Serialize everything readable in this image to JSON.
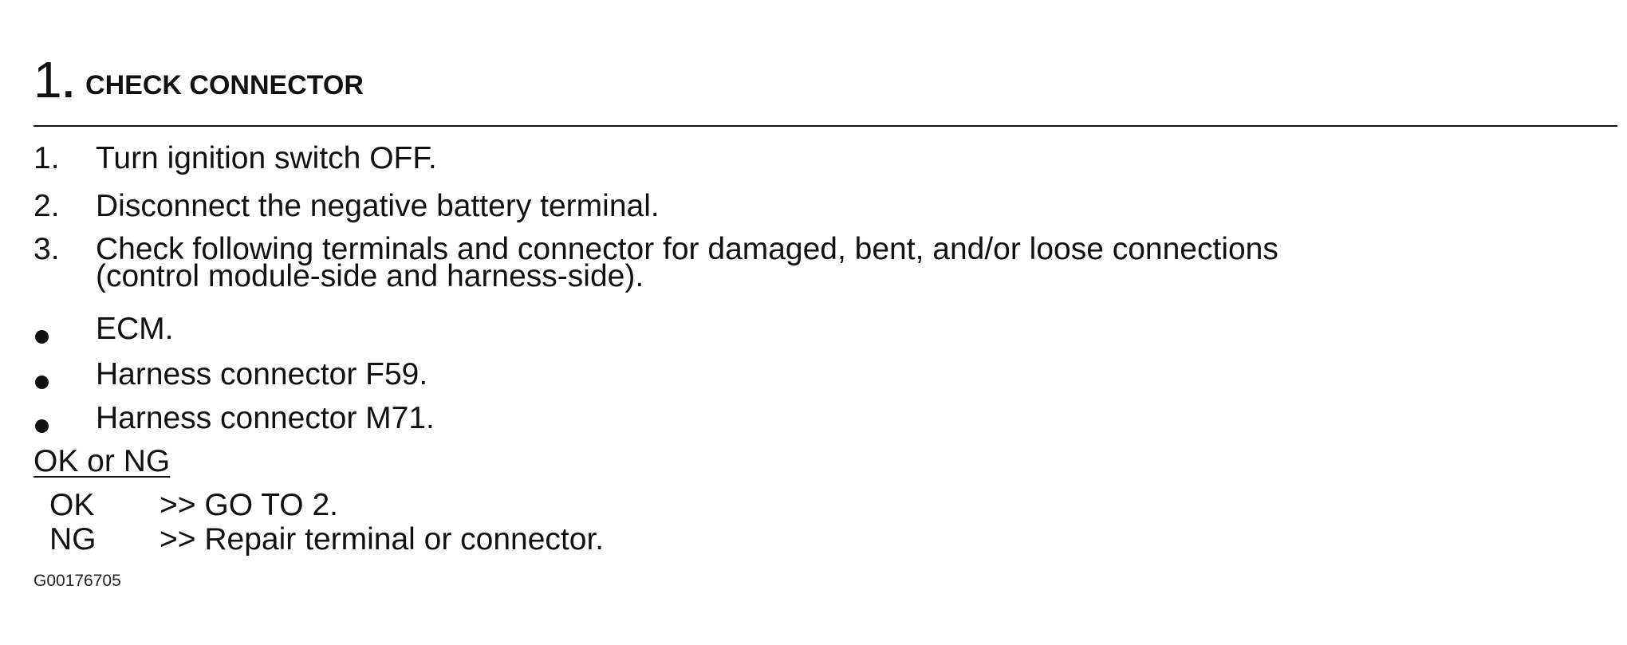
{
  "heading": {
    "number": "1",
    "dot": ".",
    "title": "CHECK CONNECTOR"
  },
  "steps": [
    {
      "marker": "1.",
      "text": "Turn ignition switch OFF."
    },
    {
      "marker": "2.",
      "text": "Disconnect the negative battery terminal."
    },
    {
      "marker": "3.",
      "text_line1": "Check following terminals and connector for damaged, bent, and/or loose connections",
      "text_line2": "(control module-side and harness-side)."
    }
  ],
  "bullets": [
    "ECM.",
    "Harness connector F59.",
    "Harness connector M71."
  ],
  "result_heading": "OK or NG",
  "results": [
    {
      "label": "OK",
      "text": ">> GO TO 2."
    },
    {
      "label": "NG",
      "text": ">> Repair terminal or connector."
    }
  ],
  "reference_code": "G00176705"
}
